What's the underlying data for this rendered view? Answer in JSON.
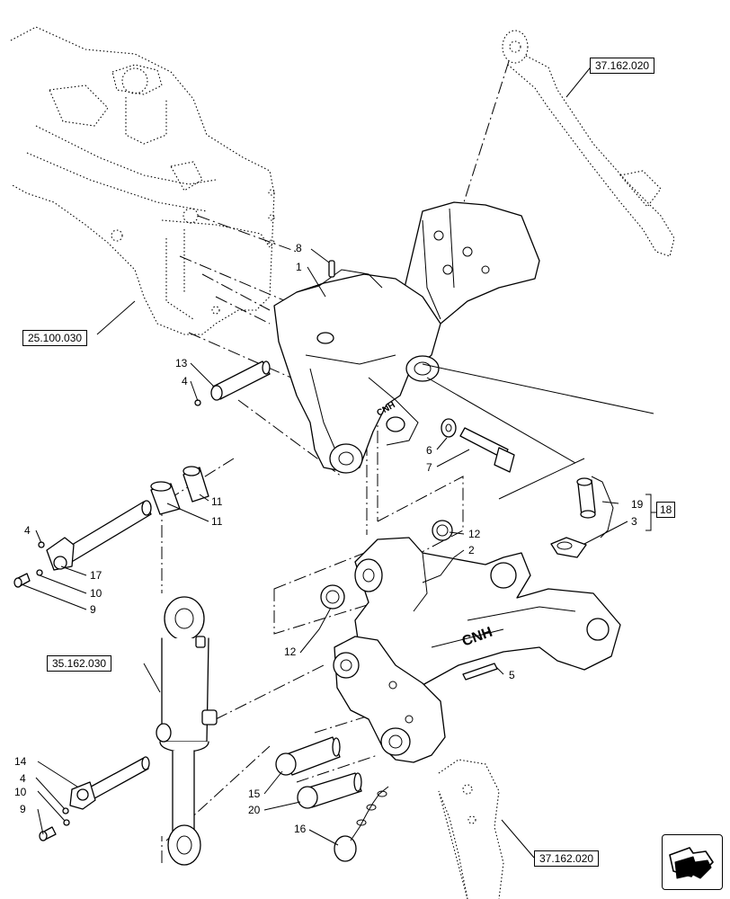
{
  "ref_boxes": {
    "top_right": "37.162.020",
    "left_frame": "25.100.030",
    "cylinder": "35.162.030",
    "bottom_right": "37.162.020"
  },
  "callouts": {
    "c8": "8",
    "c1": "1",
    "c13": "13",
    "c4a": "4",
    "c6": "6",
    "c7": "7",
    "c11a": "11",
    "c11b": "11",
    "c4b": "4",
    "c17": "17",
    "c10a": "10",
    "c9a": "9",
    "c12a": "12",
    "c2": "2",
    "c19": "19",
    "c18": "18",
    "c3": "3",
    "c12b": "12",
    "c5": "5",
    "c14": "14",
    "c4c": "4",
    "c10b": "10",
    "c9b": "9",
    "c15": "15",
    "c20": "20",
    "c16": "16"
  },
  "icons": {
    "navigation": "next-page-arrow-icon",
    "brand_mark": "CNH"
  }
}
